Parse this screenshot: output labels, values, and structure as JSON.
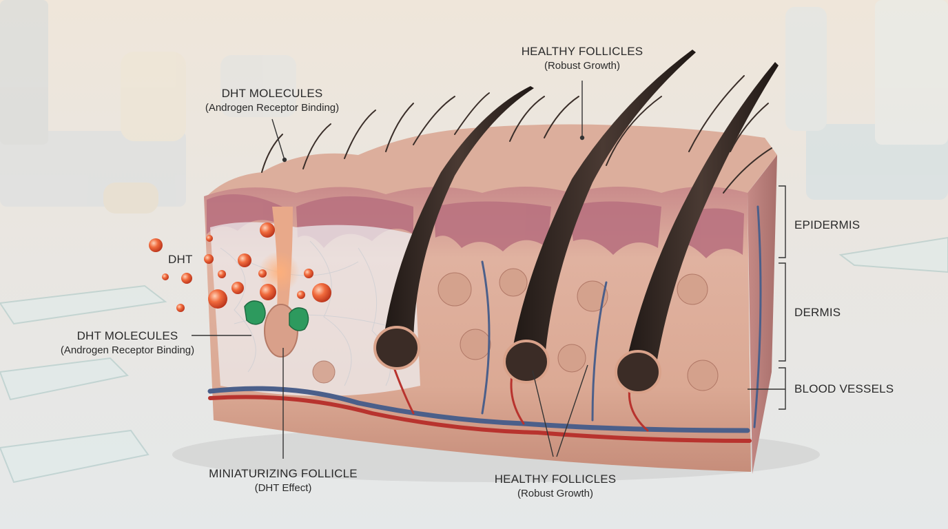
{
  "colors": {
    "background": "#e9ecec",
    "wall": "#efe7dc",
    "skin_surface": "#d7a896",
    "epidermis": "#b9737f",
    "dermis": "#dcab97",
    "vein": "#4b5f8a",
    "artery": "#b8332e",
    "hair": "#2f2521",
    "dht": "#e8552f",
    "receptor": "#2d9a5e",
    "leader_line": "#333333",
    "text": "#2a2a2a"
  },
  "icons": [
    "dht-molecule-icon",
    "androgen-receptor-icon",
    "hair-shaft-icon",
    "follicle-bulb-icon"
  ],
  "labels": {
    "dht_top": {
      "title": "DHT MOLECULES",
      "subtitle": "(Androgen Receptor Binding)"
    },
    "healthy_top": {
      "title": "HEALTHY FOLLICLES",
      "subtitle": "(Robust Growth)"
    },
    "dht_single": {
      "title": "DHT"
    },
    "dht_left": {
      "title": "DHT MOLECULES",
      "subtitle": "(Androgen Receptor Binding)"
    },
    "miniaturizing": {
      "title": "MINIATURIZING FOLLICLE",
      "subtitle": "(DHT Effect)"
    },
    "healthy_bottom": {
      "title": "HEALTHY FOLLICLES",
      "subtitle": "(Robust Growth)"
    },
    "epidermis": {
      "title": "EPIDERMIS"
    },
    "dermis": {
      "title": "DERMIS"
    },
    "blood_vessels": {
      "title": "BLOOD VESSELS"
    }
  }
}
